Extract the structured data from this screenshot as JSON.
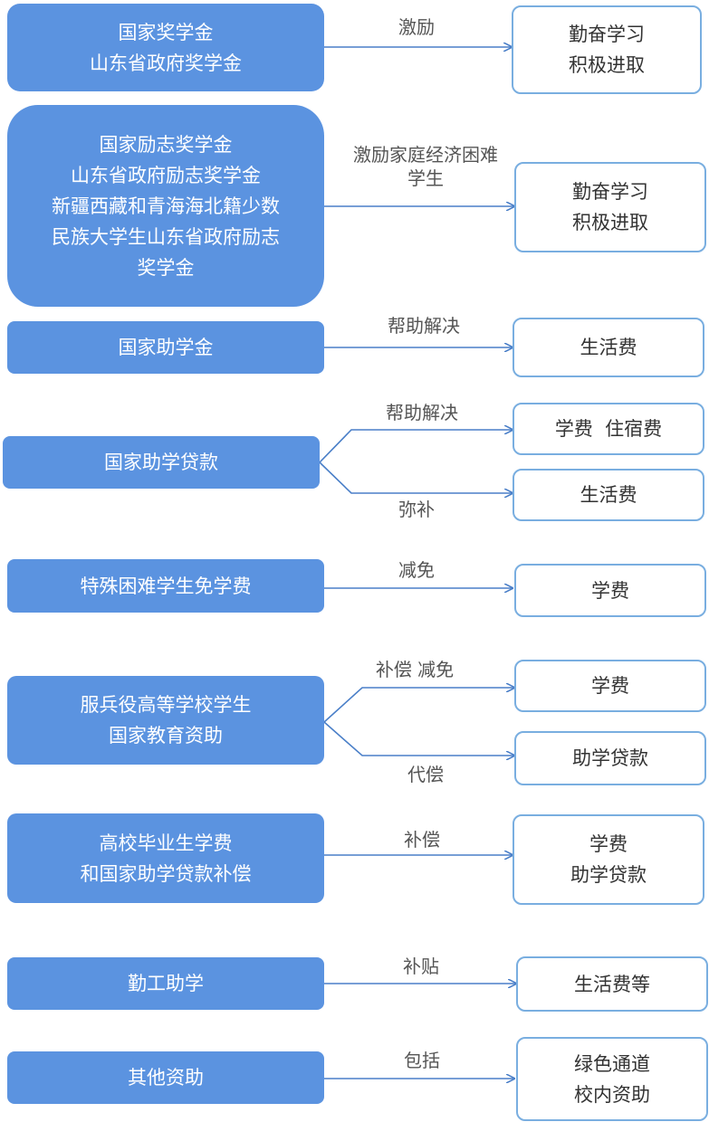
{
  "rows": [
    {
      "left": [
        "国家奖学金",
        "山东省政府奖学金"
      ],
      "edges": [
        {
          "label": [
            "激励"
          ],
          "target": [
            "勤奋学习",
            "积极进取"
          ]
        }
      ]
    },
    {
      "left": [
        "国家励志奖学金",
        "山东省政府励志奖学金",
        "新疆西藏和青海海北籍少数",
        "民族大学生山东省政府励志",
        "奖学金"
      ],
      "edges": [
        {
          "label": [
            "激励家庭经济困难",
            "学生"
          ],
          "target": [
            "勤奋学习",
            "积极进取"
          ]
        }
      ]
    },
    {
      "left": [
        "国家助学金"
      ],
      "edges": [
        {
          "label": [
            "帮助解决"
          ],
          "target": [
            "生活费"
          ]
        }
      ]
    },
    {
      "left": [
        "国家助学贷款"
      ],
      "edges": [
        {
          "label": [
            "帮助解决"
          ],
          "target": [
            "学费  住宿费"
          ]
        },
        {
          "label": [
            "弥补"
          ],
          "target": [
            "生活费"
          ]
        }
      ]
    },
    {
      "left": [
        "特殊困难学生免学费"
      ],
      "edges": [
        {
          "label": [
            "减免"
          ],
          "target": [
            "学费"
          ]
        }
      ]
    },
    {
      "left": [
        "服兵役高等学校学生",
        "国家教育资助"
      ],
      "edges": [
        {
          "label": [
            "补偿  减免"
          ],
          "target": [
            "学费"
          ]
        },
        {
          "label": [
            "代偿"
          ],
          "target": [
            "助学贷款"
          ]
        }
      ]
    },
    {
      "left": [
        "高校毕业生学费",
        "和国家助学贷款补偿"
      ],
      "edges": [
        {
          "label": [
            "补偿"
          ],
          "target": [
            "学费",
            "助学贷款"
          ]
        }
      ]
    },
    {
      "left": [
        "勤工助学"
      ],
      "edges": [
        {
          "label": [
            "补贴"
          ],
          "target": [
            "生活费等"
          ]
        }
      ]
    },
    {
      "left": [
        "其他资助"
      ],
      "edges": [
        {
          "label": [
            "包括"
          ],
          "target": [
            "绿色通道",
            "校内资助"
          ]
        }
      ]
    }
  ],
  "colors": {
    "left_fill": "#5b93e0",
    "right_border": "#79aee0",
    "arrow": "#4a7fc8"
  }
}
